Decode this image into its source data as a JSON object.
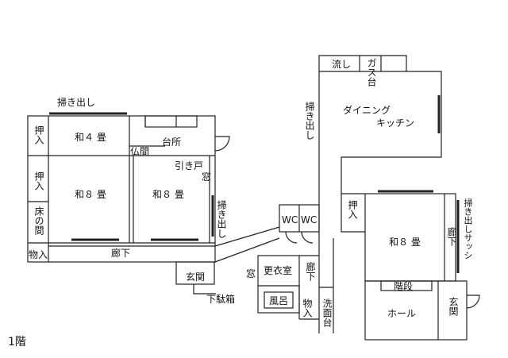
{
  "floor_label": "1階",
  "rooms": {
    "sweep_top": "掃き出し",
    "washitsu4": "和４ 畳",
    "daidokoro": "台所",
    "butsuma": "仏間",
    "hikido": "引き戸",
    "mado_kitchen": "窓",
    "oshiire_1": "押入",
    "oshiire_2": "押入",
    "washitsu8_left": "和８ 畳",
    "washitsu8_mid": "和８ 畳",
    "tokonoma": "床の間",
    "monoire_left": "物入",
    "rouka_main": "廊下",
    "sweep_mid": "掃き出し",
    "genkan_left": "玄関",
    "shimogetabako": "下駄箱",
    "wc1": "WC",
    "wc2": "WC",
    "mado_bath": "窓",
    "kouishitsu": "更衣室",
    "rouka_small": "廊下",
    "furo": "風呂",
    "monoire_small": "物入",
    "senmendai": "洗面台",
    "sweep_right": "掃き出し",
    "nagashi": "流し",
    "gasudai": "ガス台",
    "dining_1": "ダイニング",
    "dining_2": "キッチン",
    "oshiire_right": "押入",
    "washitsu8_right": "和８ 畳",
    "rouka_right": "廊下",
    "sweep_sash": "掃き出しサッシ",
    "kaidan": "階段",
    "hall": "ホール",
    "genkan_right": "玄関"
  }
}
